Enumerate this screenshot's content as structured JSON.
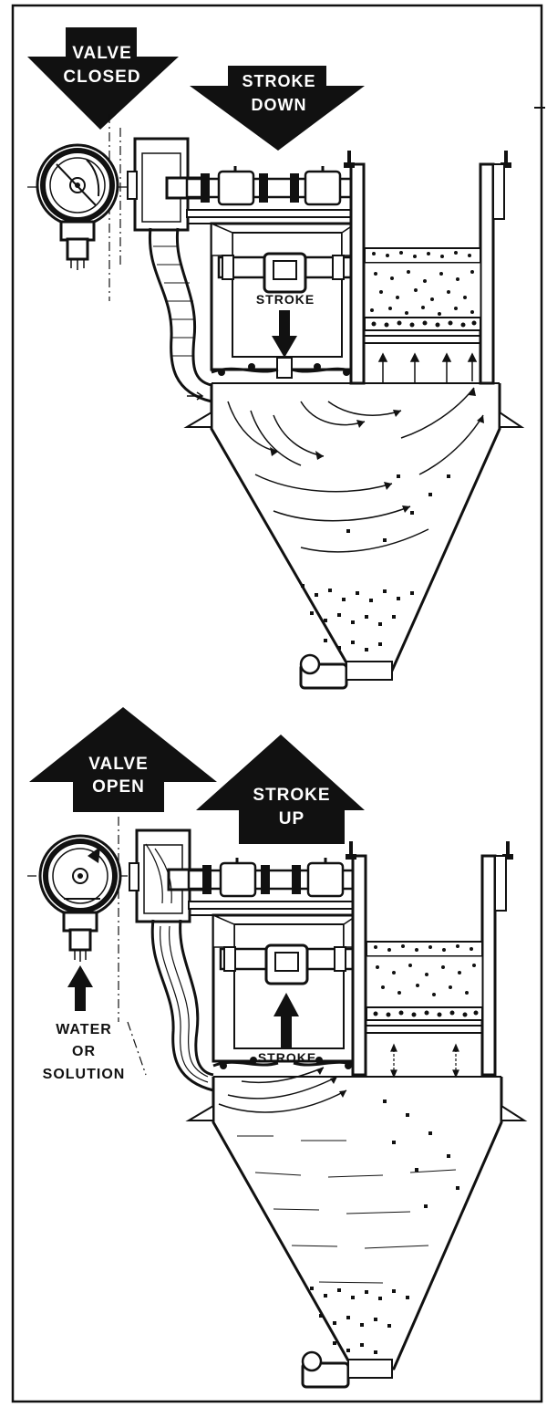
{
  "panels": {
    "top": {
      "valve_label_line1": "VALVE",
      "valve_label_line2": "CLOSED",
      "stroke_label_line1": "STROKE",
      "stroke_label_line2": "DOWN",
      "piston_label": "STROKE"
    },
    "bottom": {
      "valve_label_line1": "VALVE",
      "valve_label_line2": "OPEN",
      "stroke_label_line1": "STROKE",
      "stroke_label_line2": "UP",
      "piston_label": "STROKE",
      "inlet_label_line1": "WATER",
      "inlet_label_line2": "OR",
      "inlet_label_line3": "SOLUTION"
    }
  },
  "colors": {
    "ink": "#111111",
    "paper": "#ffffff"
  }
}
